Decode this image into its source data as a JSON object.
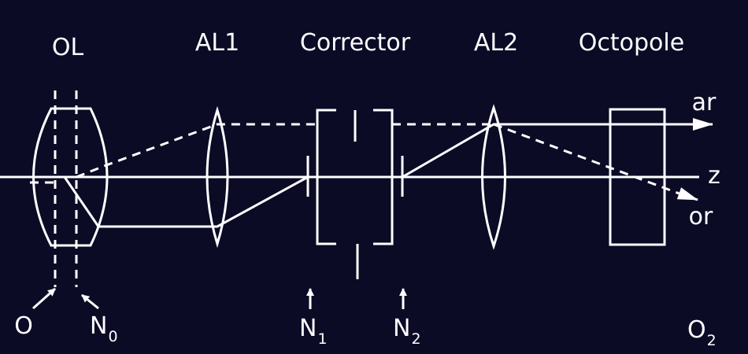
{
  "labels": {
    "objective_lens": "OL",
    "adapter_lens_1": "AL1",
    "corrector": "Corrector",
    "adapter_lens_2": "AL2",
    "octopole": "Octopole",
    "axial_ray": "ar",
    "off_axial_ray": "or",
    "optic_axis": "z"
  },
  "planes": {
    "object": {
      "main": "O",
      "sub": ""
    },
    "node_0": {
      "main": "N",
      "sub": "0"
    },
    "node_1": {
      "main": "N",
      "sub": "1"
    },
    "node_2": {
      "main": "N",
      "sub": "2"
    },
    "object_2": {
      "main": "O",
      "sub": "2"
    }
  },
  "colors": {
    "background": "#0b0b26",
    "stroke": "#ffffff"
  }
}
